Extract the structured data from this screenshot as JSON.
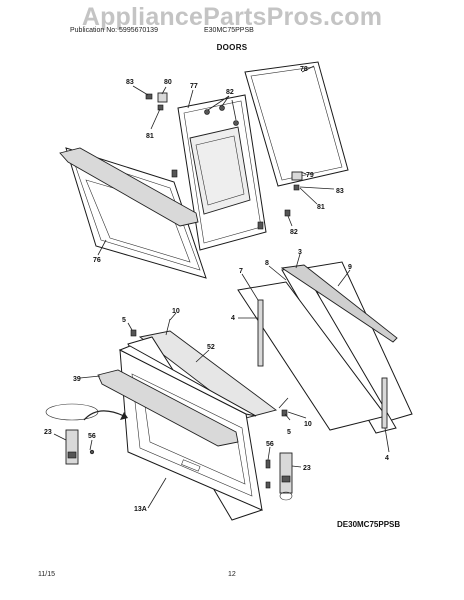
{
  "watermark": "AppliancePartsPros.com",
  "header": {
    "publication": "Publication No: 5995670139",
    "model": "E30MC75PPSB"
  },
  "section_title": "DOORS",
  "diagram_code": "DE30MC75PPSB",
  "footer": {
    "date": "11/15",
    "page": "12"
  },
  "callouts": {
    "c83a": "83",
    "c80": "80",
    "c77": "77",
    "c82a": "82",
    "c78": "78",
    "c81a": "81",
    "c79": "79",
    "c83b": "83",
    "c81b": "81",
    "c82b": "82",
    "c76": "76",
    "c3": "3",
    "c8": "8",
    "c9": "9",
    "c7": "7",
    "c4a": "4",
    "c5a": "5",
    "c10a": "10",
    "c52": "52",
    "c39": "39",
    "c23a": "23",
    "c56a": "56",
    "c5b": "5",
    "c10b": "10",
    "c56b": "56",
    "c23b": "23",
    "c4b": "4",
    "c13a": "13A"
  }
}
